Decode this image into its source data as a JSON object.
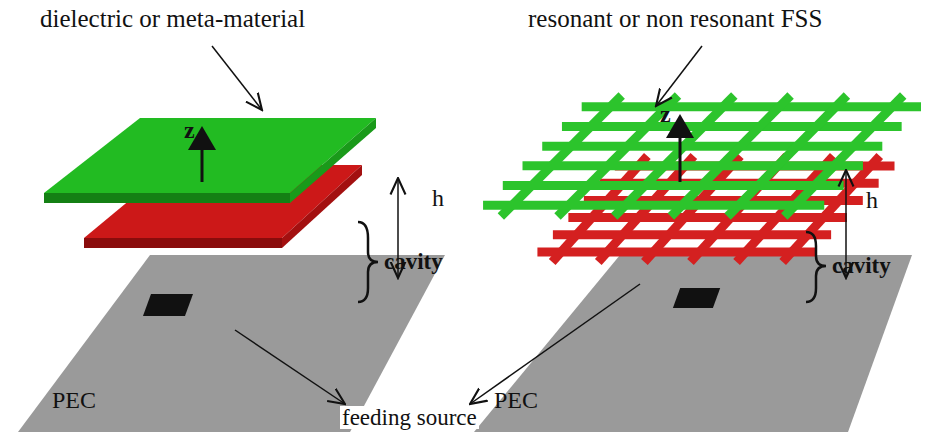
{
  "diagram": {
    "labels": [
      "dielectric or meta-material",
      "resonant or non resonant FSS",
      "z",
      "h",
      "cavity",
      "PEC",
      "z",
      "h",
      "cavity",
      "PEC",
      "feeding source"
    ]
  }
}
